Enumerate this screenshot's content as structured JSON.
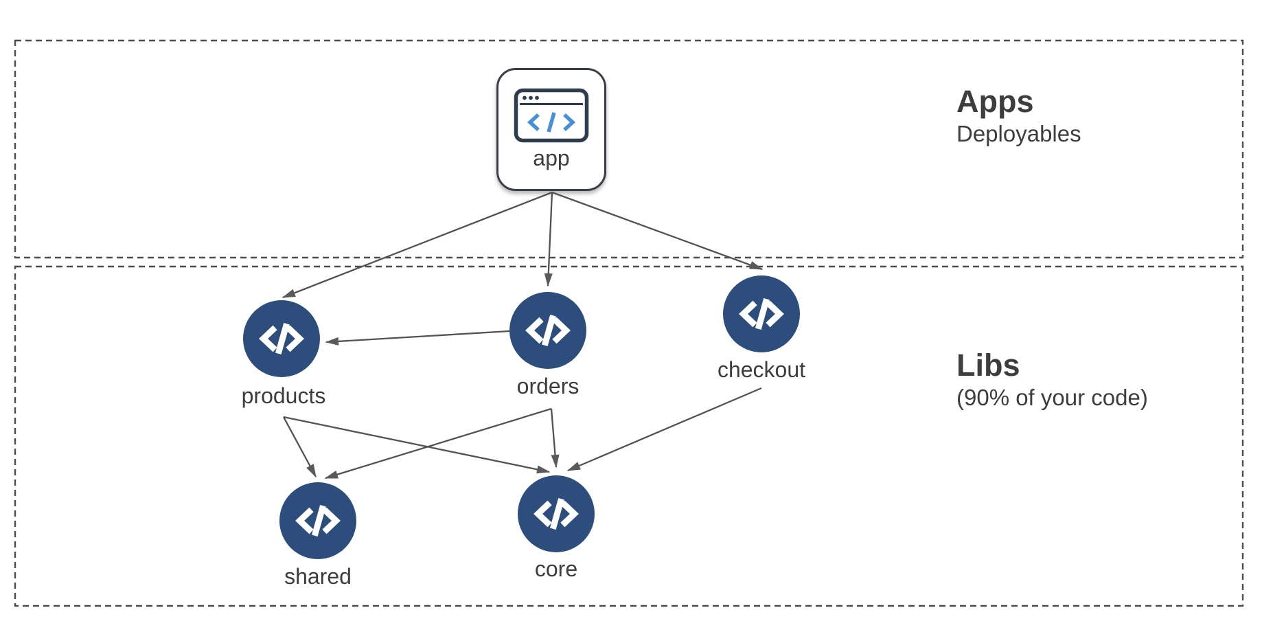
{
  "diagram": {
    "sections": {
      "apps": {
        "title": "Apps",
        "subtitle": "Deployables"
      },
      "libs": {
        "title": "Libs",
        "subtitle": "(90% of your code)"
      }
    },
    "nodes": {
      "app": {
        "label": "app"
      },
      "products": {
        "label": "products"
      },
      "orders": {
        "label": "orders"
      },
      "checkout": {
        "label": "checkout"
      },
      "shared": {
        "label": "shared"
      },
      "core": {
        "label": "core"
      }
    },
    "edges": [
      {
        "from": "app",
        "to": "products"
      },
      {
        "from": "app",
        "to": "orders"
      },
      {
        "from": "app",
        "to": "checkout"
      },
      {
        "from": "orders",
        "to": "products"
      },
      {
        "from": "products",
        "to": "shared"
      },
      {
        "from": "products",
        "to": "core"
      },
      {
        "from": "orders",
        "to": "shared"
      },
      {
        "from": "orders",
        "to": "core"
      },
      {
        "from": "checkout",
        "to": "core"
      }
    ],
    "icons": {
      "app": "browser-window-icon",
      "library": "code-icon"
    },
    "colors": {
      "node_fill": "#2d4d7d",
      "edge_stroke": "#525252",
      "frame_dash": "#4c4c4c",
      "text": "#3d3d3d",
      "icon_blue": "#478fd6",
      "icon_dark": "#2e3c50"
    }
  }
}
